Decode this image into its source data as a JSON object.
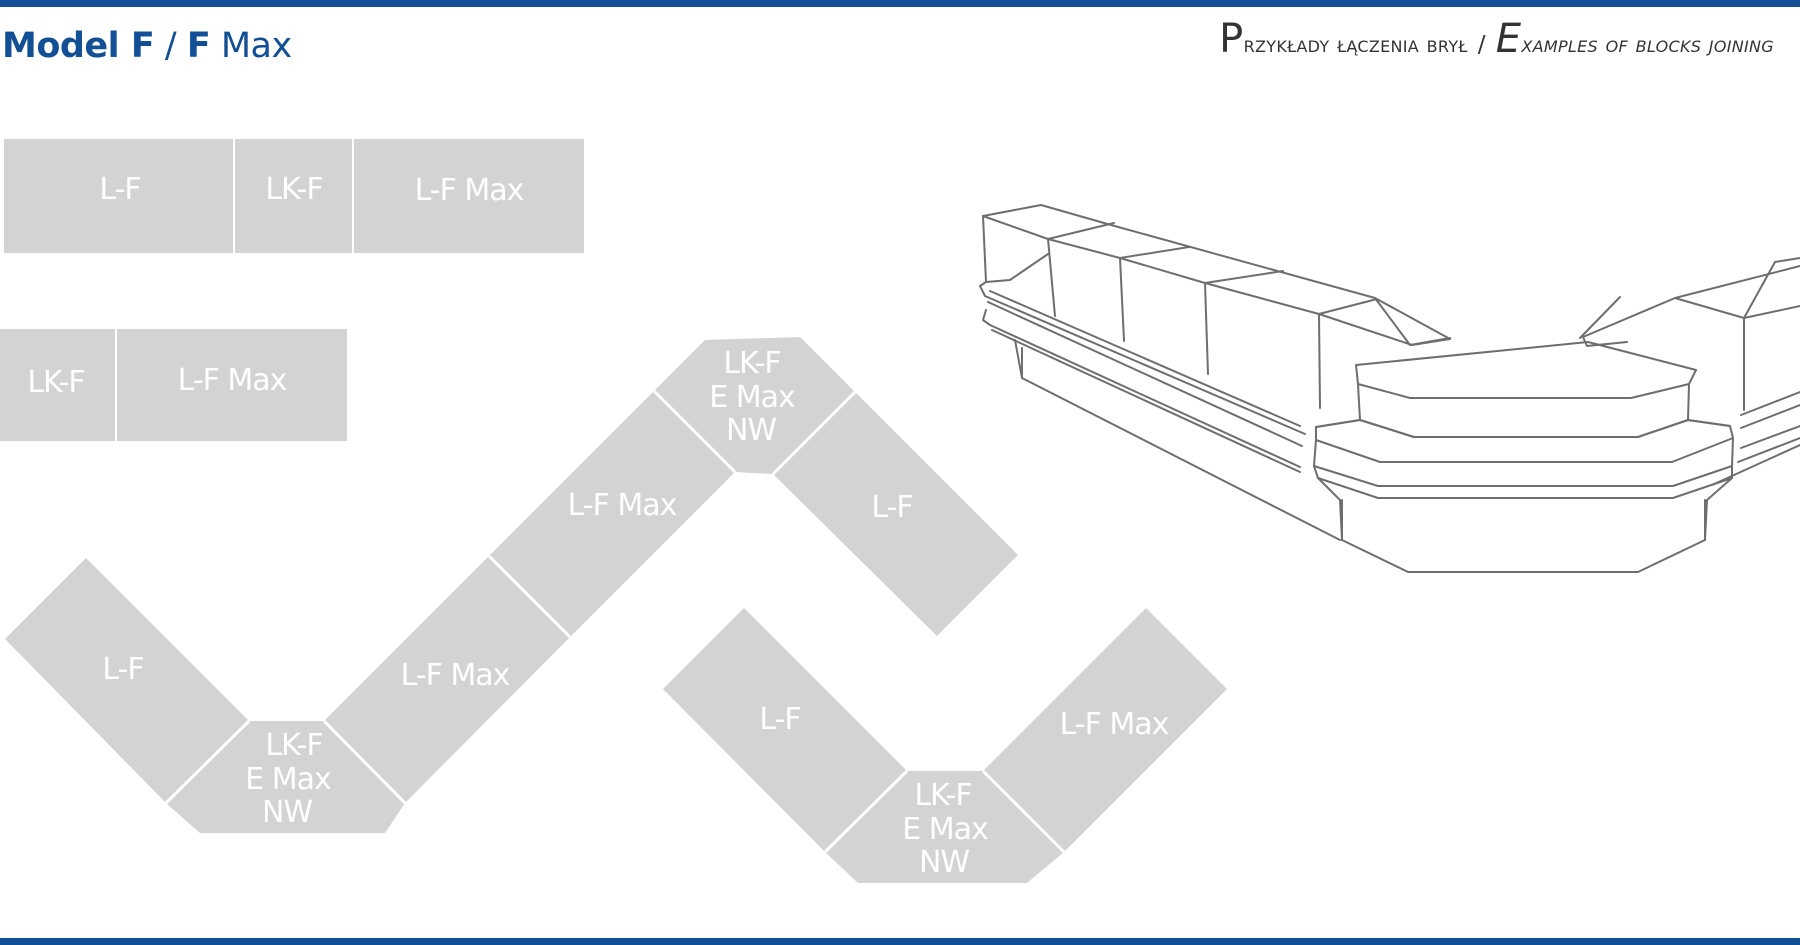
{
  "colors": {
    "accent": "#134f95",
    "block_fill": "#d3d3d3",
    "heading_text": "#333333",
    "sketch_line": "#6e6e6e"
  },
  "header": {
    "model_part1": "Model F",
    "model_sep": " / ",
    "model_part2": "F",
    "model_part3": " Max",
    "heading_pl_initial": "P",
    "heading_pl_rest": "rzykłady łączenia brył",
    "heading_sep": "/",
    "heading_en_initial": "E",
    "heading_en_rest": "xamples of blocks joining"
  },
  "blocks": {
    "row1": {
      "a": "L-F",
      "b": "LK-F",
      "c": "L-F Max"
    },
    "row2": {
      "a": "LK-F",
      "b": "L-F Max"
    },
    "wave_left": {
      "a": "L-F",
      "corner_lines": [
        "LK-F",
        "E Max",
        "NW"
      ],
      "b": "L-F Max",
      "c": "L-F Max"
    },
    "top_corner": {
      "corner_lines": [
        "LK-F",
        "E Max",
        "NW"
      ],
      "a": "L-F"
    },
    "v_shape": {
      "a": "L-F",
      "corner_lines": [
        "LK-F",
        "E Max",
        "NW"
      ],
      "b": "L-F Max"
    }
  }
}
